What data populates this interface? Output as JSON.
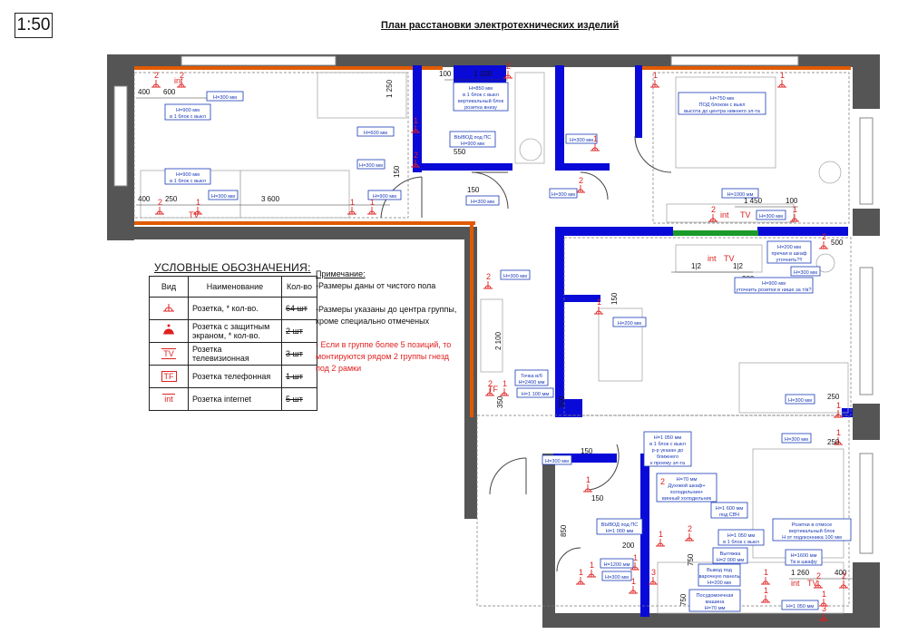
{
  "scale": "1:50",
  "title": "План расстановки электротехнических изделий",
  "legend": {
    "title": "УСЛОВНЫЕ ОБОЗНАЧЕНИЯ:",
    "headers": [
      "Вид",
      "Наименование",
      "Кол-во"
    ],
    "rows": [
      {
        "icon": "socket-icon",
        "name": "Розетка, * кол-во.",
        "count": "64 шт"
      },
      {
        "icon": "shielded-socket-icon",
        "name": "Розетка с защитным экраном, * кол-во.",
        "count": "2 шт"
      },
      {
        "icon": "tv-socket-icon",
        "name": "Розетка телевизионная",
        "count": "3 шт"
      },
      {
        "icon": "phone-socket-icon",
        "name": "Розетка телефонная",
        "count": "1 шт"
      },
      {
        "icon": "internet-socket-icon",
        "name": "Розетка internet",
        "count": "5 шт"
      }
    ]
  },
  "notes": {
    "title": "Примечание:",
    "line1": "-Размеры даны от чистого пола",
    "line2": "-Размеры указаны до центра группы, кроме специально отмеченых",
    "line3": "- Если в группе более 5 позиций, то монтируются рядом 2 группы гнезд под 2 рамки"
  },
  "legend_icons": {
    "tv": "TV",
    "phone": "TF",
    "internet": "int"
  },
  "dimensions": {
    "d400a": "400",
    "d600": "600",
    "d1250": "1 250",
    "d100": "100",
    "d1100": "1 100",
    "d400b": "400",
    "d250a": "250",
    "d3600": "3 600",
    "d150a": "150",
    "d550": "550",
    "d150b": "150",
    "d1450": "1 450",
    "d100b": "100",
    "d500": "500",
    "d300": "300",
    "d150c": "150",
    "d2100": "2 100",
    "d350a": "350",
    "d350b": "350",
    "d250b": "250",
    "d250c": "250",
    "d150d": "150",
    "d150e": "150",
    "d850": "850",
    "d200": "200",
    "d750a": "750",
    "d750b": "750",
    "d1260": "1 260",
    "d400c": "400",
    "d12a": "1|2",
    "d12b": "1|2"
  },
  "callouts": {
    "c1": "H=300 мм",
    "c2": "H=900 мм\nв 1 блок с выкл",
    "c3": "H=600 мм",
    "c4": "H=300 мм",
    "c5": "H=900 мм\nв 1 блок с выкл",
    "c6": "H=300 мм",
    "c7": "H=900 мм",
    "c8": "H=850 мм\nв 1 блок с выкл\nвертикальный блок\nрозетка внизу",
    "c9": "ВЫВОД под ПС\nH=900 мм",
    "c10": "H=300 мм",
    "c11": "H=300 мм",
    "c12": "H=300 мм",
    "c13": "H=750 мм\nПОД блоком с выкл\nвысота до центра нижнего эл-та",
    "c14": "H=1000 мм",
    "c15": "H=300 мм",
    "c16": "H=200 мм\nпречая в шкаф\nуточнить?!!",
    "c17": "H=300 мм",
    "c18": "H=900 мм\nуточнить розетки в нише за т/в?",
    "c19": "H=300 мм",
    "c20": "H=200 мм",
    "c21": "Точка в/б\nH=2400 мм",
    "c22": "H=1 100 мм",
    "c23": "H=300 мм",
    "c24": "H=300 мм",
    "c25": "H=1 050 мм\nв 1 блок с выкл\nр-р указан до\nближнего\nк проему эл-та",
    "c26": "H=300 мм",
    "c27": "H=70 мм\nДуховой шкаф+\nхолодильник+\nвинный холодильник",
    "c28": "H=1 600 мм\nпод СВЧ",
    "c29": "ВЫВОД под ПС\nH=1 000 мм",
    "c30": "H=1 050 мм\nв 1 блок с выкл",
    "c31": "Вытяжка\nH=2 000 мм",
    "c32": "Розетки в отмосе\nвертикальный блок\nH от подоконника 100 мм",
    "c33": "H=1200 мм",
    "c34": "H=300 мм",
    "c35": "Вывод под\nварочную панель\nH=200 мм",
    "c36": "H=1600 мм\nТв в шкафу",
    "c37": "Посудомоечная\nмашина\nH=70 мм",
    "c38": "H=1 050 мм"
  },
  "counts": {
    "n1": "2",
    "n2": "2",
    "n3": "1",
    "n4": "1",
    "n5": "1",
    "n6": "2",
    "n7": "1",
    "n8": "1",
    "n9": "1",
    "n10": "2",
    "n11": "2",
    "n12": "1",
    "n13": "2",
    "n14": "1",
    "n15": "2",
    "n16": "2",
    "n17": "1",
    "n18": "2",
    "n19": "1",
    "n20": "1",
    "n21": "1",
    "n22": "1",
    "n23": "2",
    "n24": "1",
    "n25": "3",
    "n26": "1",
    "n27": "1",
    "n28": "2",
    "n29": "2",
    "n30": "1",
    "n31": "1",
    "n32": "1",
    "n33": "2",
    "n34": "3",
    "n35": "1",
    "n36": "2",
    "n37": "1"
  },
  "colors": {
    "wall_dark": "#555555",
    "wall_blue": "#0a0ad8",
    "wall_orange": "#e05a00",
    "wall_green": "#1a9a2a",
    "socket_red": "#e02020",
    "callout_blue": "#1a3ab8"
  }
}
